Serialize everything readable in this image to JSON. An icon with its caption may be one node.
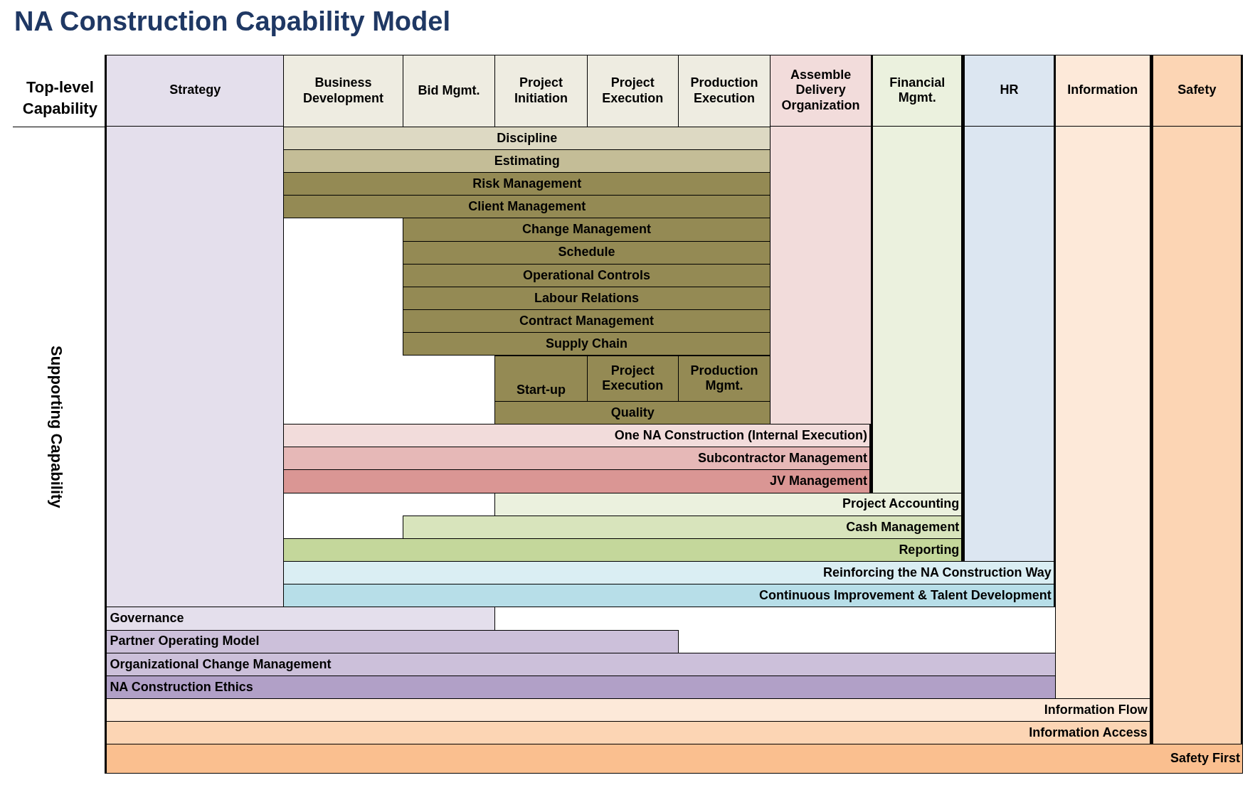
{
  "diagram": {
    "title": "NA Construction Capability Model",
    "nodes": [
      {
        "text": [
          "Strategy"
        ]
      },
      {
        "text": [
          "Business Development"
        ]
      },
      {
        "text": [
          "Bid Mgmt."
        ]
      },
      {
        "text": [
          "Project Initiation"
        ]
      },
      {
        "text": [
          "Project Execution"
        ]
      },
      {
        "text": [
          "Production Execution"
        ]
      },
      {
        "text": [
          "Assemble Delivery Organization"
        ]
      },
      {
        "text": [
          "Financial Mgmt."
        ]
      },
      {
        "text": [
          "HR"
        ]
      },
      {
        "text": [
          "Information"
        ]
      },
      {
        "text": [
          "Safety"
        ]
      },
      {
        "text": [
          "Discipline"
        ]
      },
      {
        "text": [
          "Estimating"
        ]
      },
      {
        "text": [
          "Risk Management"
        ]
      },
      {
        "text": [
          "Client Management"
        ]
      },
      {
        "text": [
          "Change Management"
        ]
      },
      {
        "text": [
          "Schedule"
        ]
      },
      {
        "text": [
          "Operational Controls"
        ]
      },
      {
        "text": [
          "Labour Relations"
        ]
      },
      {
        "text": [
          "Contract Management"
        ]
      },
      {
        "text": [
          "Supply Chain"
        ]
      },
      {
        "text": [
          "Start-up"
        ]
      },
      {
        "text": [
          "Project Execution"
        ]
      },
      {
        "text": [
          "Production Mgmt."
        ]
      },
      {
        "text": [
          "Quality"
        ]
      },
      {
        "text": [
          "One NA Construction (Internal Execution)"
        ]
      },
      {
        "text": [
          "Subcontractor Management"
        ]
      },
      {
        "text": [
          "JV Management"
        ]
      },
      {
        "text": [
          "Project Accounting"
        ]
      },
      {
        "text": [
          "Cash Management"
        ]
      },
      {
        "text": [
          "Reporting"
        ]
      },
      {
        "text": [
          "Reinforcing the NA Construction Way"
        ]
      },
      {
        "text": [
          "Continuous Improvement & Talent Development"
        ]
      },
      {
        "text": [
          "Governance"
        ]
      },
      {
        "text": [
          "Partner Operating Model"
        ]
      },
      {
        "text": [
          "Organizational Change Management"
        ]
      },
      {
        "text": [
          "NA Construction Ethics"
        ]
      },
      {
        "text": [
          "Information Flow"
        ]
      },
      {
        "text": [
          "Information Access"
        ]
      },
      {
        "text": [
          "Safety First"
        ]
      }
    ],
    "labels": [
      "Top-level Capability",
      "Supporting Capability"
    ]
  }
}
